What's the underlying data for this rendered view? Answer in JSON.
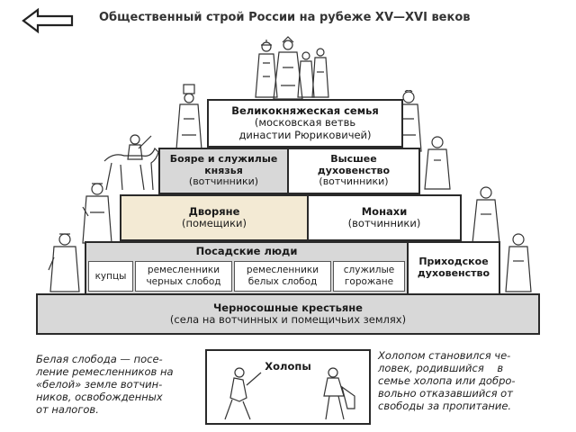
{
  "title": "Общественный строй России на рубеже XV—XVI веков",
  "back_icon": "arrow-left-icon",
  "tiers": {
    "grand_family": {
      "title": "Великокняжеская семья",
      "sub1": "(московская ветвь",
      "sub2": "династии Рюриковичей)"
    },
    "boyars": {
      "title1": "Бояре и служилые",
      "title2": "князья",
      "sub": "(вотчинники)"
    },
    "clergy_high": {
      "title1": "Высшее",
      "title2": "духовенство",
      "sub": "(вотчинники)"
    },
    "nobles": {
      "title": "Дворяне",
      "sub": "(помещики)"
    },
    "monks": {
      "title": "Монахи",
      "sub": "(вотчинники)"
    },
    "townspeople": {
      "title": "Посадские люди",
      "cells": [
        {
          "l1": "купцы",
          "l2": ""
        },
        {
          "l1": "ремесленники",
          "l2": "черных слобод"
        },
        {
          "l1": "ремесленники",
          "l2": "белых слобод"
        },
        {
          "l1": "служилые",
          "l2": "горожане"
        }
      ]
    },
    "parish_clergy": {
      "title1": "Приходское",
      "title2": "духовенство"
    },
    "peasants": {
      "title": "Черносошные крестьяне",
      "sub": "(села на вотчинных и помещичьих землях)"
    },
    "serfs": {
      "title": "Холопы"
    }
  },
  "notes": {
    "left": [
      "Белая слобода — посе-",
      "ление ремесленников на",
      "«белой» земле вотчин-",
      "ников, освобожденных",
      "от налогов."
    ],
    "right": [
      "Холопом становился че-",
      "ловек, родившийся    в",
      "семье холопа или добро-",
      "вольно отказавшийся от",
      "свободы за пропитание."
    ]
  },
  "colors": {
    "grey": "#d8d8d8",
    "cream": "#f3ead4",
    "border": "#2a2a2a"
  }
}
